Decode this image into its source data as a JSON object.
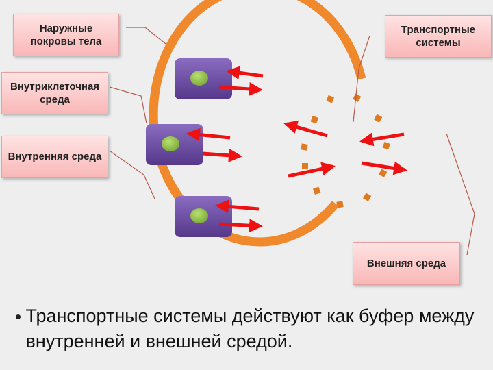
{
  "labels": {
    "outer_covers": "Наружные покровы тела",
    "intracellular": "Внутриклеточная среда",
    "internal": "Внутренняя среда",
    "transport": "Транспортные системы",
    "external": "Внешняя среда"
  },
  "caption": "Транспортные системы действуют как буфер между внутренней и внешней средой.",
  "colors": {
    "ring": "#f0882c",
    "cell": "#6a4c9c",
    "nucleus": "#8fc04a",
    "arrow": "#ee1111",
    "dash": "#e07a20",
    "label_bg": "#f9b7b7"
  }
}
